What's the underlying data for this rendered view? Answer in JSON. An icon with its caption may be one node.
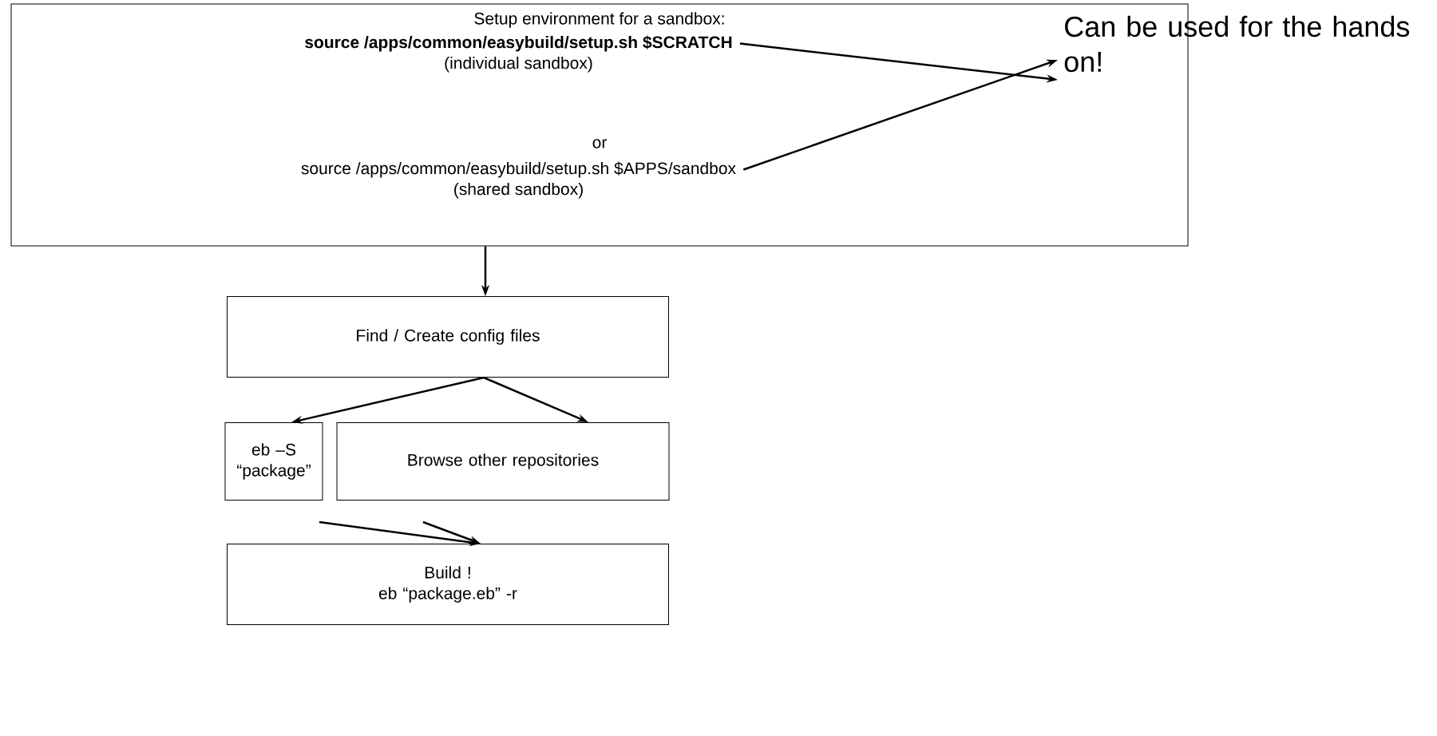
{
  "diagram": {
    "nodes": [
      {
        "text": [
          "Setup environment for a sandbox:",
          "or"
        ]
      },
      {
        "text": [
          "source /apps/common/easybuild/setup.sh $SCRATCH"
        ],
        "beside": [
          "(individual sandbox)"
        ],
        "in": 0
      },
      {
        "text": [
          "source /apps/common/easybuild/setup.sh $APPS/sandbox"
        ],
        "beside": [
          "(shared sandbox)"
        ],
        "in": 0
      },
      {
        "text": [
          "Can be used for the hands on!"
        ]
      },
      {
        "text": [
          "Find / Create config files"
        ]
      },
      {
        "text": [
          "eb –S “package”"
        ]
      },
      {
        "text": [
          "Browse other repositories"
        ]
      },
      {
        "text": [
          "Build !",
          "eb “package.eb” -r"
        ]
      }
    ],
    "edges": [
      {
        "from": 1,
        "to": 3,
        "arrow": "to"
      },
      {
        "from": 2,
        "to": 3,
        "arrow": "to"
      },
      {
        "from": 0,
        "to": 4,
        "arrow": "to"
      },
      {
        "from": 4,
        "to": 5,
        "arrow": "to"
      },
      {
        "from": 4,
        "to": 6,
        "arrow": "to"
      },
      {
        "from": 5,
        "to": 7,
        "arrow": "to"
      },
      {
        "from": 6,
        "to": 7,
        "arrow": "to"
      }
    ]
  }
}
